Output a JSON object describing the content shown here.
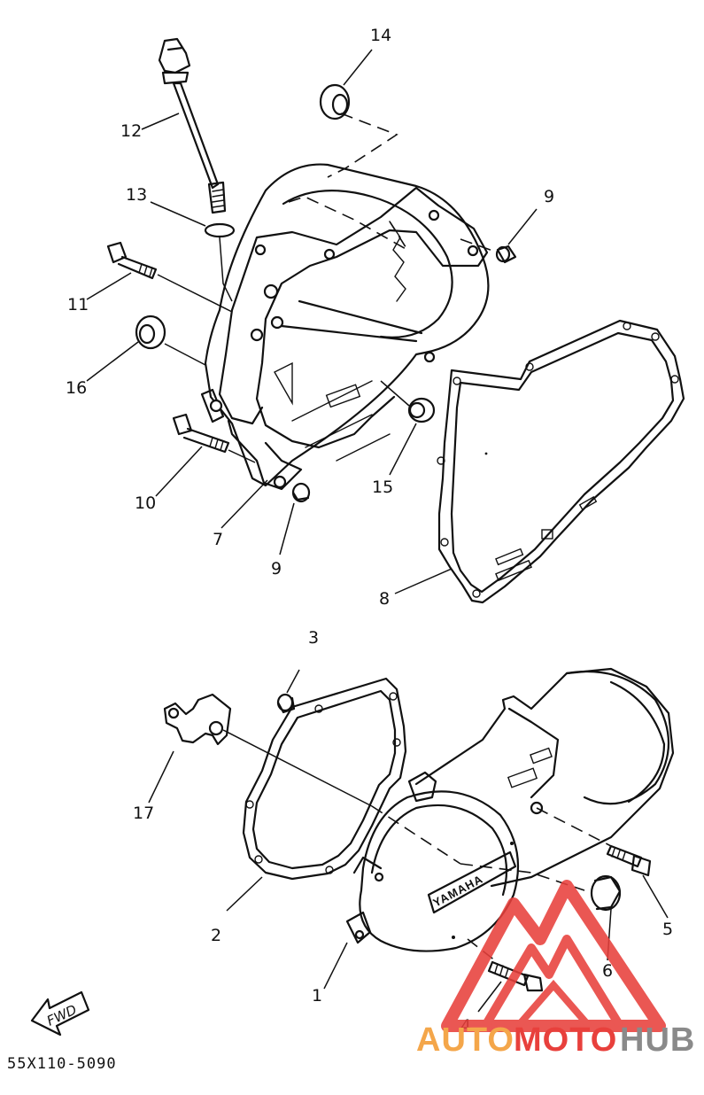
{
  "callouts": [
    {
      "id": "1",
      "label": "1"
    },
    {
      "id": "2",
      "label": "2"
    },
    {
      "id": "3",
      "label": "3"
    },
    {
      "id": "4",
      "label": "4"
    },
    {
      "id": "5",
      "label": "5"
    },
    {
      "id": "6",
      "label": "6"
    },
    {
      "id": "7",
      "label": "7"
    },
    {
      "id": "8",
      "label": "8"
    },
    {
      "id": "9a",
      "label": "9"
    },
    {
      "id": "9b",
      "label": "9"
    },
    {
      "id": "10",
      "label": "10"
    },
    {
      "id": "11",
      "label": "11"
    },
    {
      "id": "12",
      "label": "12"
    },
    {
      "id": "13",
      "label": "13"
    },
    {
      "id": "14",
      "label": "14"
    },
    {
      "id": "15",
      "label": "15"
    },
    {
      "id": "16",
      "label": "16"
    },
    {
      "id": "17",
      "label": "17"
    }
  ],
  "cover_brand": "YAMAHA",
  "fwd_arrow_label": "FWD",
  "diagram_code": "55X110-5090",
  "watermark": {
    "part1": "AUTO",
    "part2": "MOTO",
    "part3": "HUB",
    "color_orange": "#f4a64a",
    "color_red": "#e8403c",
    "color_gray": "#8a8a8a"
  }
}
